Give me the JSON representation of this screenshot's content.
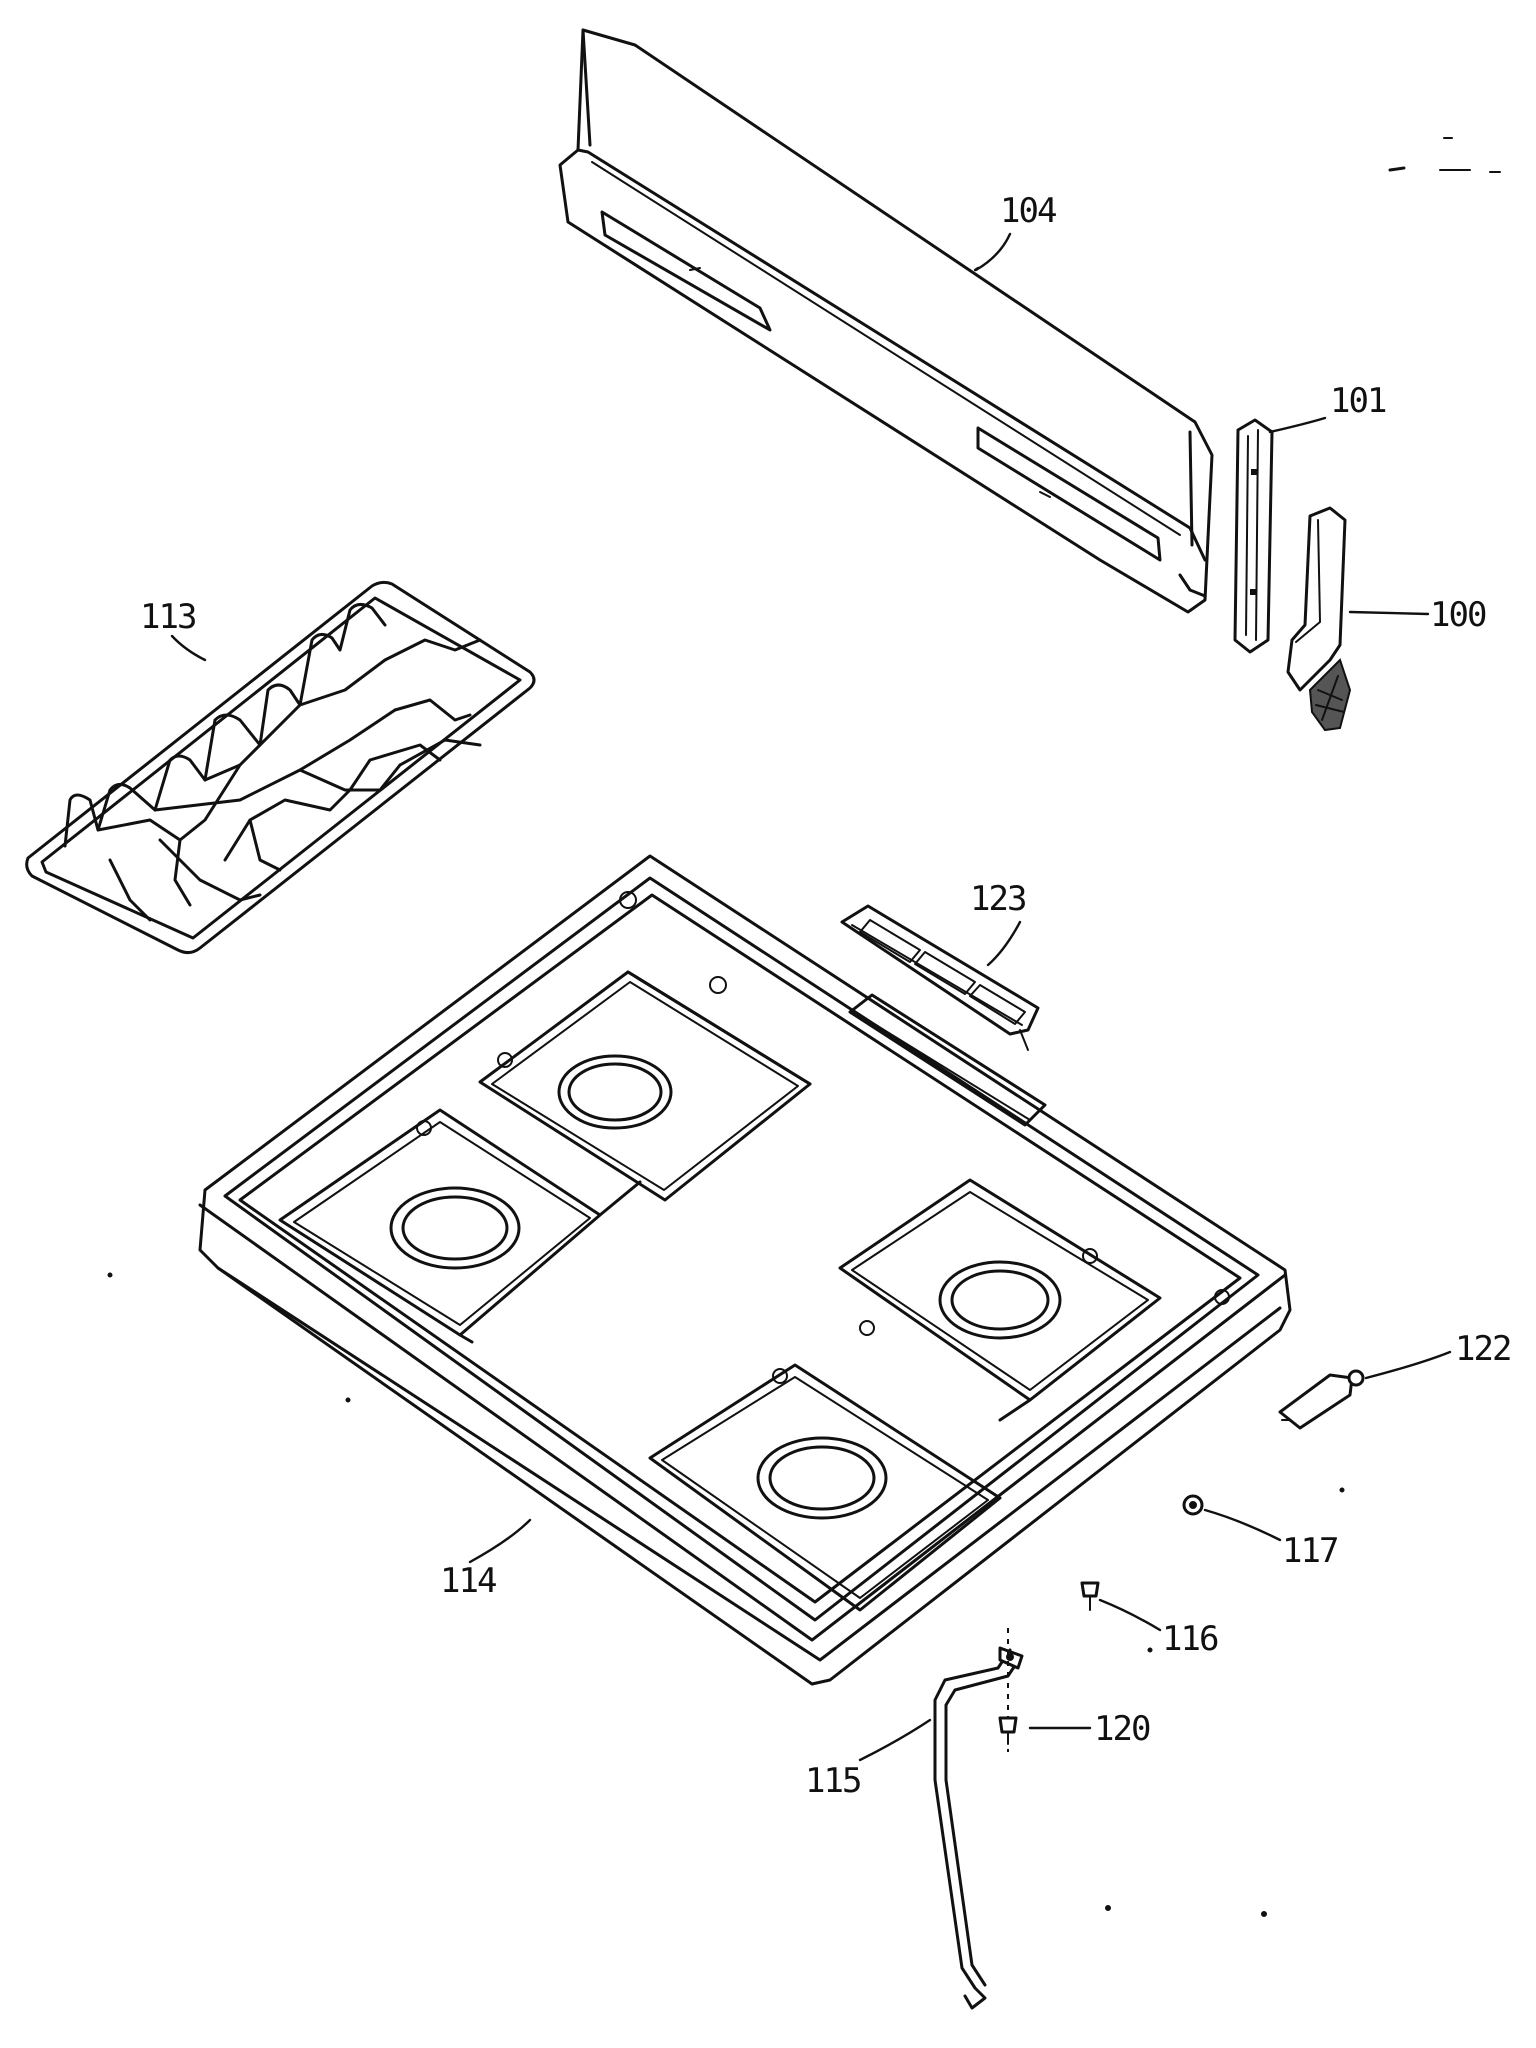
{
  "diagram": {
    "callouts": {
      "p100": "100",
      "p101": "101",
      "p104": "104",
      "p113": "113",
      "p114": "114",
      "p115": "115",
      "p116": "116",
      "p117": "117",
      "p120": "120",
      "p122": "122",
      "p123": "123"
    }
  }
}
